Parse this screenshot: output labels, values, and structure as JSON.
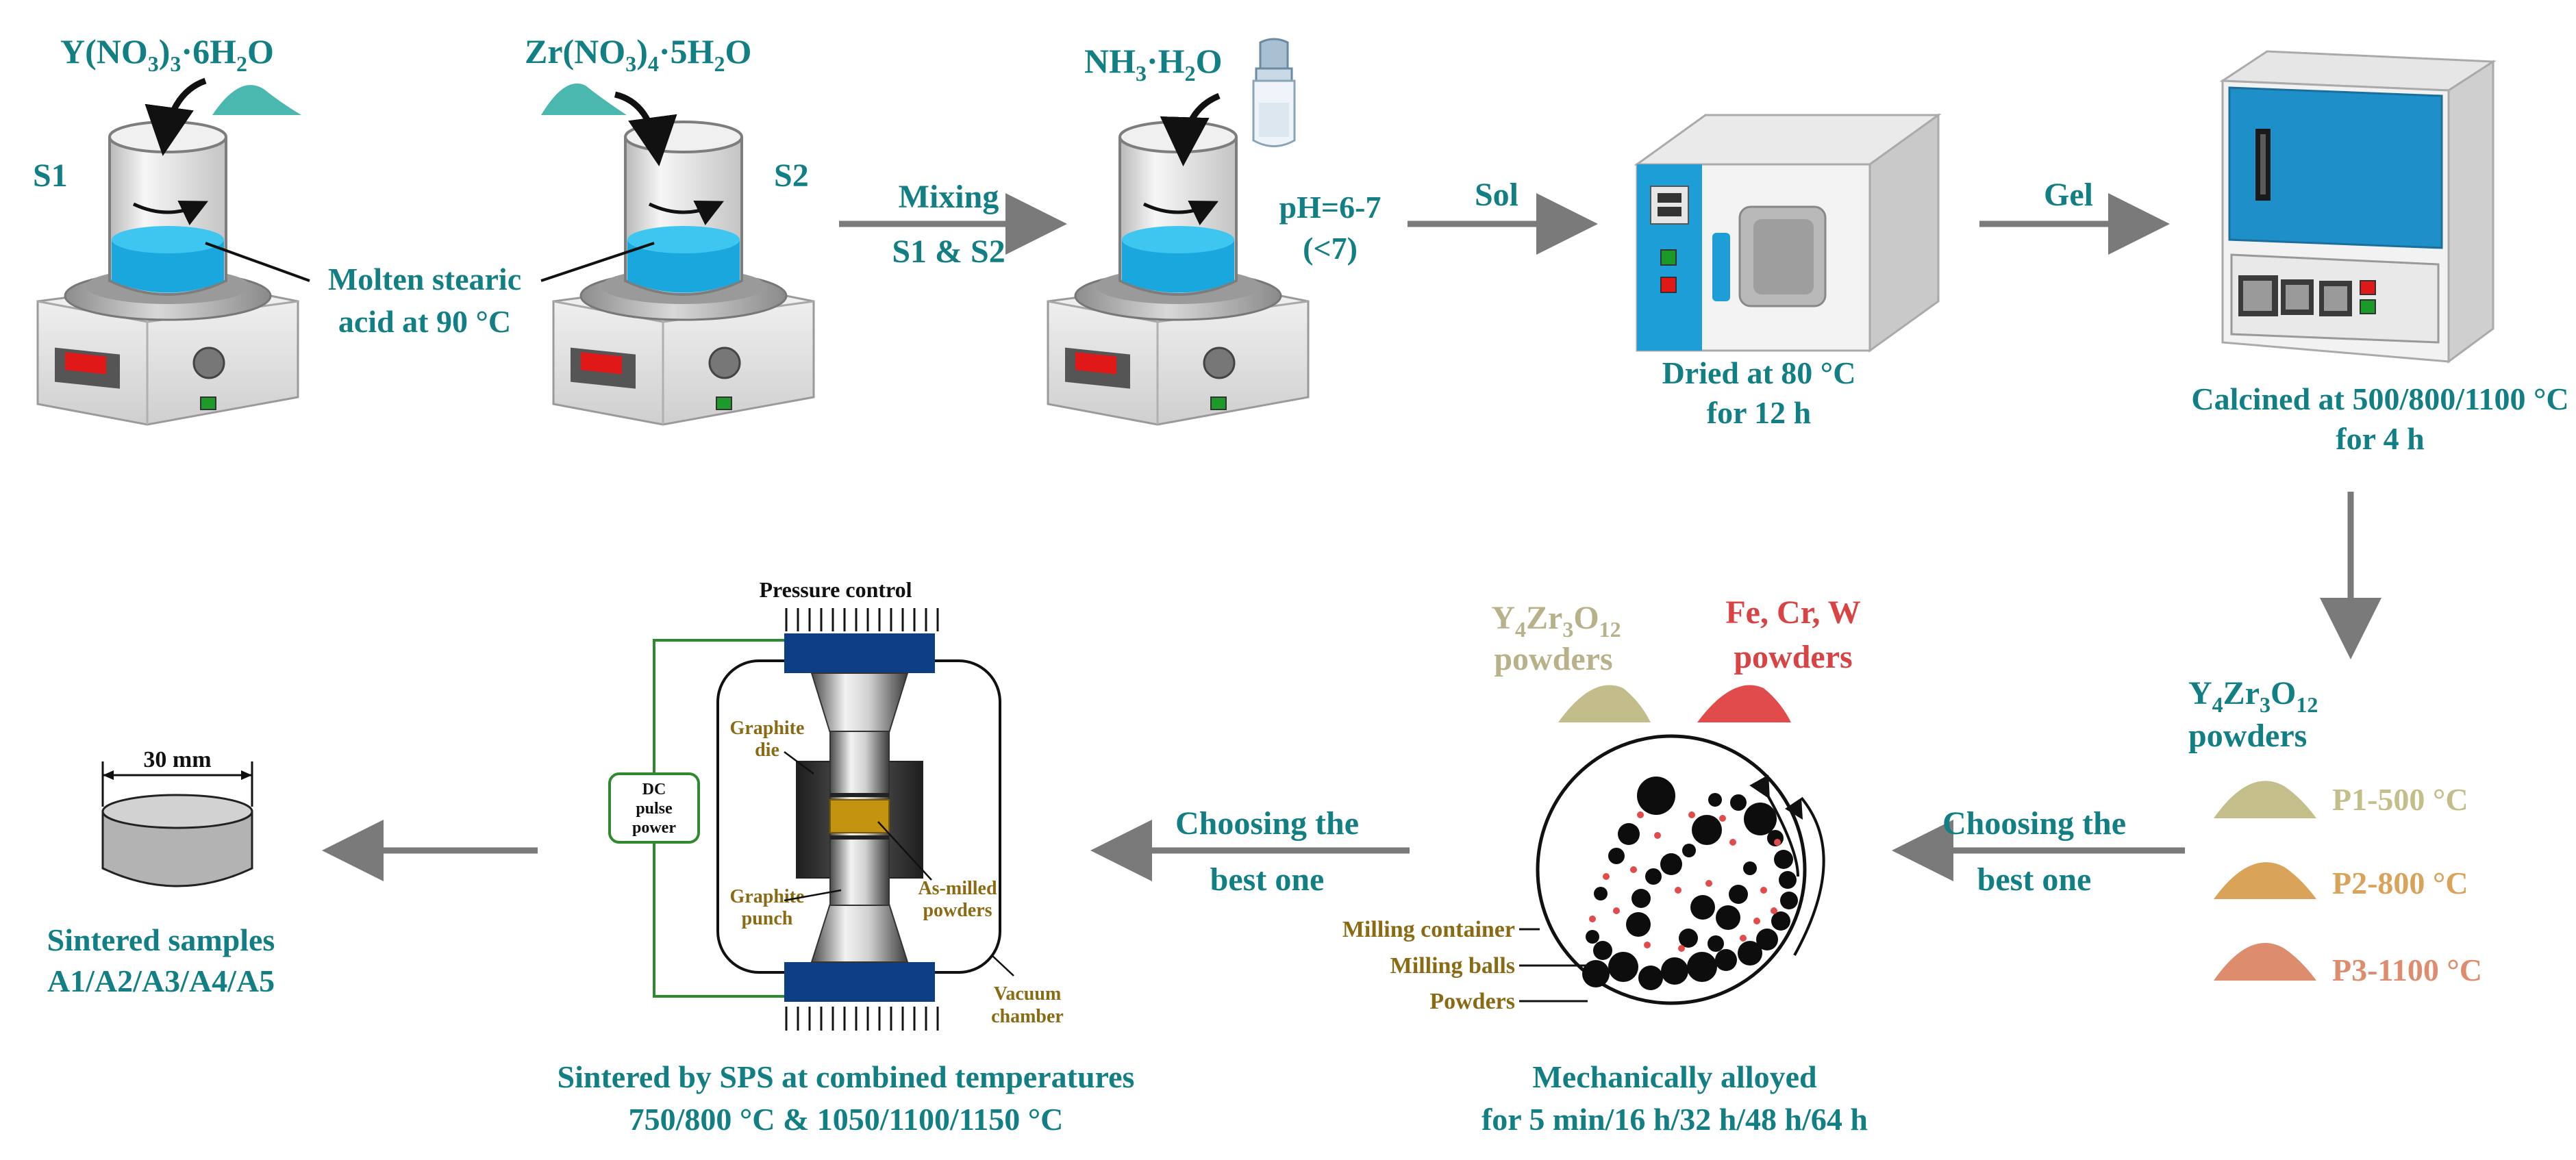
{
  "colors": {
    "teal": "#127f84",
    "water": "#19a7de",
    "p1": "#c4be8a",
    "p2": "#d9a45a",
    "p3": "#dd8c6e",
    "y4zr3o12_mound": "#c2bd8b",
    "metal_mound": "#e24b4b",
    "label_y4zr3o12": "#b8b28a",
    "label_metal": "#d94343",
    "navy": "#0e3e86",
    "graphite": "#b8860b",
    "sps_wire": "#2f8a2f",
    "arrow": "#7a7a7a"
  },
  "step1": {
    "reagent_s1_main": "Y(NO",
    "reagent_s1_sub": "3",
    "reagent_s1_rest": ")",
    "reagent_s1_sub2": "3",
    "reagent_s1_tail": "·6H",
    "reagent_s1_sub3": "2",
    "reagent_s1_end": "O",
    "label_s1": "S1",
    "reagent_s2_main": "Zr(NO",
    "reagent_s2_sub": "3",
    "reagent_s2_rest": ")",
    "reagent_s2_sub2": "4",
    "reagent_s2_tail": "·5H",
    "reagent_s2_sub3": "2",
    "reagent_s2_end": "O",
    "label_s2": "S2",
    "molten_line1": "Molten stearic",
    "molten_line2": "acid at 90 °C"
  },
  "mixing": {
    "label_top": "Mixing",
    "label_bottom": "S1 & S2",
    "reagent_main": "NH",
    "reagent_sub": "3",
    "reagent_mid": "·H",
    "reagent_sub2": "2",
    "reagent_end": "O",
    "ph_line1": "pH=6-7",
    "ph_line2": "(<7)"
  },
  "drying": {
    "arrow_label": "Sol",
    "caption_line1": "Dried at 80 °C",
    "caption_line2": "for 12 h"
  },
  "calcining": {
    "arrow_label": "Gel",
    "caption_line1": "Calcined at 500/800/1100 °C",
    "caption_line2": "for 4 h"
  },
  "powders": {
    "title_main": "Y",
    "title_sub1": "4",
    "title_mid": "Zr",
    "title_sub2": "3",
    "title_o": "O",
    "title_sub3": "12",
    "title_line2": "powders",
    "p1": "P1-500 °C",
    "p2": "P2-800 °C",
    "p3": "P3-1100 °C"
  },
  "choose1": {
    "line1": "Choosing the",
    "line2": "best one"
  },
  "milling": {
    "oxide_main": "Y",
    "oxide_sub1": "4",
    "oxide_mid": "Zr",
    "oxide_sub2": "3",
    "oxide_o": "O",
    "oxide_sub3": "12",
    "oxide_line2": "powders",
    "metal_line1": "Fe, Cr, W",
    "metal_line2": "powders",
    "label_container": "Milling container",
    "label_balls": "Milling balls",
    "label_powders": "Powders",
    "caption_line1": "Mechanically alloyed",
    "caption_line2": "for 5 min/16 h/32 h/48 h/64 h"
  },
  "choose2": {
    "line1": "Choosing the",
    "line2": "best one"
  },
  "sps": {
    "pressure": "Pressure control",
    "dc_line1": "DC",
    "dc_line2": "pulse",
    "dc_line3": "power",
    "die_line1": "Graphite",
    "die_line2": "die",
    "punch_line1": "Graphite",
    "punch_line2": "punch",
    "asmilled_line1": "As-milled",
    "asmilled_line2": "powders",
    "vacuum_line1": "Vacuum",
    "vacuum_line2": "chamber",
    "caption_line1": "Sintered by SPS at combined temperatures",
    "caption_line2": "750/800 °C & 1050/1100/1150 °C"
  },
  "samples": {
    "dimension": "30 mm",
    "caption_line1": "Sintered samples",
    "caption_line2": "A1/A2/A3/A4/A5"
  }
}
